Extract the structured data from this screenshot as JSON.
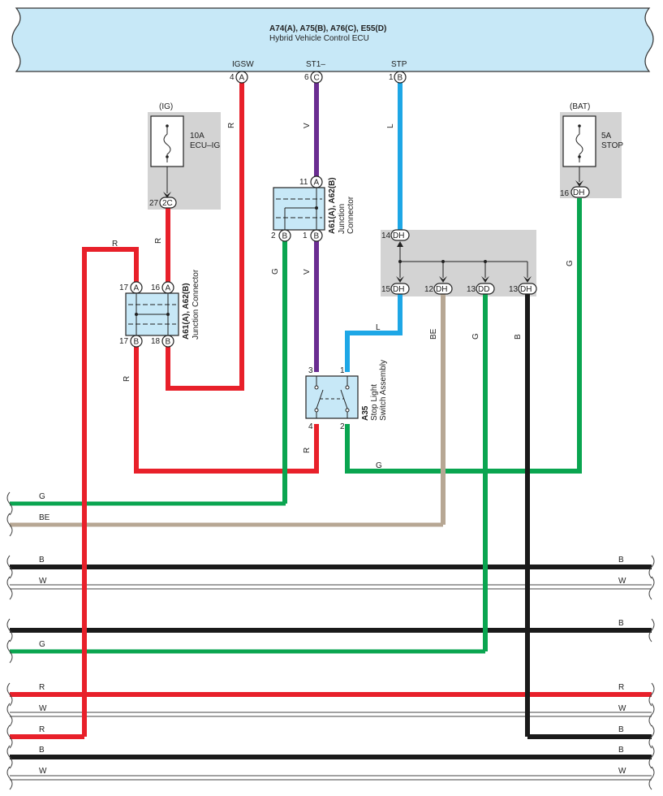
{
  "ecu": {
    "codes": "A74(A), A75(B), A76(C), E55(D)",
    "name": "Hybrid Vehicle Control ECU",
    "pins": [
      {
        "num": "4",
        "letter": "A",
        "name": "IGSW"
      },
      {
        "num": "6",
        "letter": "C",
        "name": "ST1–"
      },
      {
        "num": "1",
        "letter": "B",
        "name": "STP"
      }
    ]
  },
  "colors": {
    "R": "#e8202a",
    "V": "#6a2d91",
    "L": "#1ea7e6",
    "G": "#0aa550",
    "BE": "#b7a794",
    "B": "#1a1a1a",
    "W": "#ffffff",
    "ecu_fill": "#c7e8f7",
    "gray_box": "#d3d3d3"
  },
  "fuses": [
    {
      "source": "(IG)",
      "rating": "10A",
      "name": "ECU–IG",
      "pin": "27",
      "conn": "2C"
    },
    {
      "source": "(BAT)",
      "rating": "5A",
      "name": "STOP",
      "pin": "16",
      "conn": "DH"
    }
  ],
  "jc_upper": {
    "code": "A61(A), A62(B)",
    "name": "Junction",
    "name2": "Connector",
    "top_pin": "11",
    "top_letter": "A",
    "bot_pins": [
      {
        "num": "2",
        "letter": "B"
      },
      {
        "num": "1",
        "letter": "B"
      }
    ]
  },
  "jc_lower": {
    "code": "A61(A), A62(B)",
    "name": "Junction Connector",
    "top_pins": [
      {
        "num": "17",
        "letter": "A"
      },
      {
        "num": "16",
        "letter": "A"
      }
    ],
    "bot_pins": [
      {
        "num": "17",
        "letter": "B"
      },
      {
        "num": "18",
        "letter": "B"
      }
    ]
  },
  "junction_block": {
    "top": {
      "num": "14",
      "conn": "DH"
    },
    "outs": [
      {
        "num": "15",
        "conn": "DH"
      },
      {
        "num": "12",
        "conn": "DH"
      },
      {
        "num": "13",
        "conn": "DD"
      },
      {
        "num": "13",
        "conn": "DH"
      }
    ]
  },
  "switch": {
    "code": "A35",
    "name": "Stop Light",
    "name2": "Switch Assembly",
    "pins": [
      "3",
      "1",
      "4",
      "2"
    ]
  },
  "wire_labels": {
    "igsw": "R",
    "st1_top": "V",
    "st1_bot": "V",
    "stp": "L",
    "ig_out": "R",
    "r_loop": "R",
    "jc_left_bot": "R",
    "jc_up_g": "G",
    "sw_l": "L",
    "sw_in": "R",
    "sw_g": "G",
    "bat_g": "G",
    "jb_be": "BE",
    "jb_g": "G",
    "jb_b": "B"
  },
  "bus_lines": [
    {
      "color": "G",
      "label_l": "G",
      "label_r": ""
    },
    {
      "color": "BE",
      "label_l": "BE",
      "label_r": ""
    },
    {
      "color": "B",
      "label_l": "B",
      "label_r": "B"
    },
    {
      "color": "W",
      "label_l": "W",
      "label_r": "W"
    },
    {
      "color": "B",
      "label_l": "",
      "label_r": "B"
    },
    {
      "color": "G",
      "label_l": "G",
      "label_r": ""
    },
    {
      "color": "R",
      "label_l": "R",
      "label_r": "R"
    },
    {
      "color": "W",
      "label_l": "W",
      "label_r": "W"
    },
    {
      "color": "R",
      "label_l": "R",
      "label_r": "B"
    },
    {
      "color": "B",
      "label_l": "B",
      "label_r": "B"
    },
    {
      "color": "W",
      "label_l": "W",
      "label_r": "W"
    }
  ]
}
